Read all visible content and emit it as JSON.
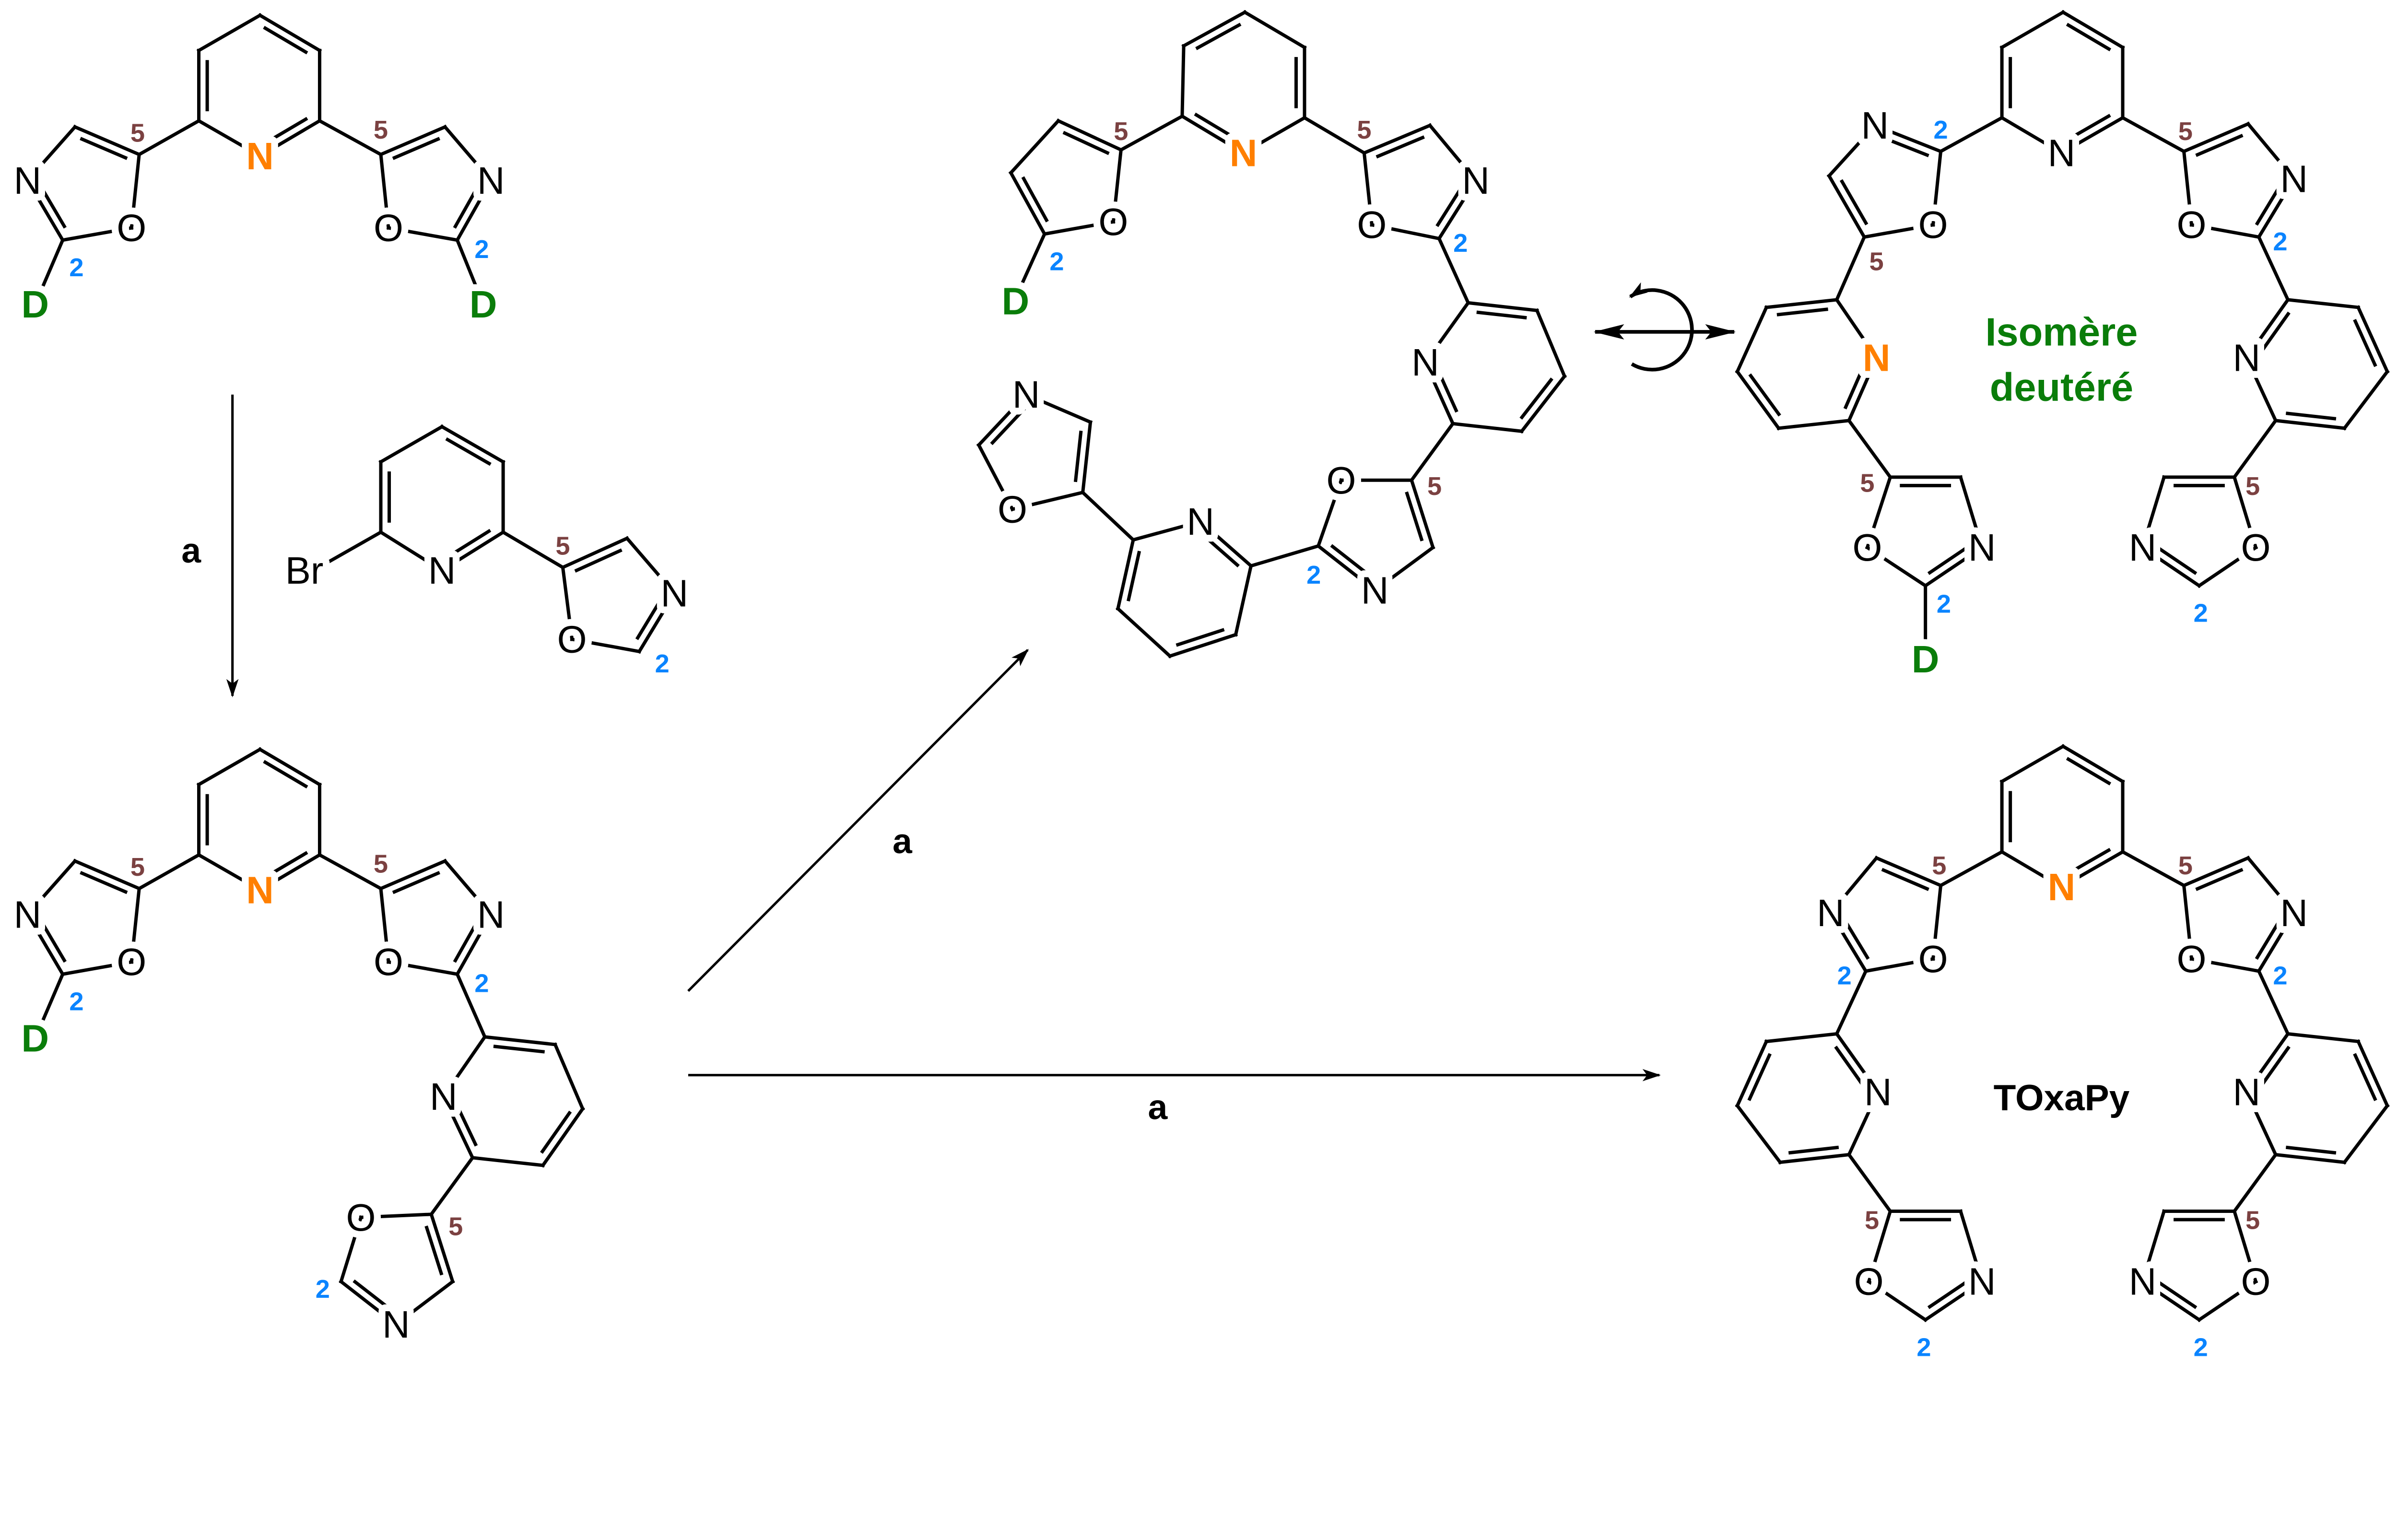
{
  "atoms": {
    "N": "N",
    "O": "O",
    "D": "D",
    "Br": "Br"
  },
  "positions": {
    "five": "5",
    "two": "2"
  },
  "arrows": [
    {
      "label": "a",
      "direction": "down"
    },
    {
      "label": "a",
      "direction": "up-right"
    },
    {
      "label": "a",
      "direction": "right"
    }
  ],
  "equilibrium": {
    "symbol": "rotation-double-arrow-icon"
  },
  "isomer_label": {
    "line1": "Isomère",
    "line2": "deutéré"
  },
  "product_name": "TOxaPy",
  "colors": {
    "central_nitrogen": "#ff7f00",
    "deuterium": "#0a7d0a",
    "position_5": "#7b4141",
    "position_2": "#0a84ff",
    "bonds": "#000000"
  }
}
